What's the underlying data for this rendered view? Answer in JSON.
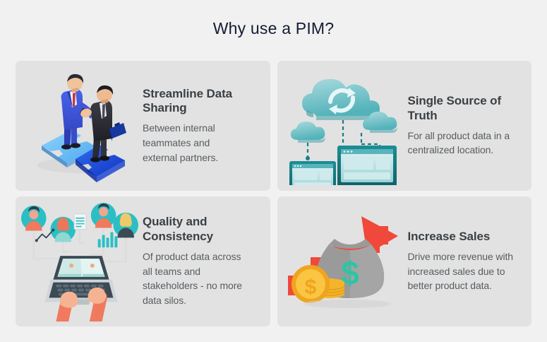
{
  "header": {
    "title": "Why use a PIM?"
  },
  "cards": [
    {
      "id": "streamline-data-sharing",
      "heading": "Streamline Data Sharing",
      "body": "Between internal teammates and external partners.",
      "illustration": "handshake-puzzle-illustration",
      "colors": {
        "primary": "#1f4fd8",
        "secondary": "#58b8f5",
        "dark": "#2b2b33"
      }
    },
    {
      "id": "single-source-of-truth",
      "heading": "Single Source of Truth",
      "body": "For all product data in a centralized location.",
      "illustration": "cloud-sync-devices-illustration",
      "colors": {
        "primary": "#1b8a91",
        "secondary": "#7fc9cd",
        "dark": "#0f6a70"
      }
    },
    {
      "id": "quality-and-consistency",
      "heading": "Quality and Consistency",
      "body": "Of product data across all teams and stakeholders - no more data silos.",
      "illustration": "laptop-team-avatars-illustration",
      "colors": {
        "primary": "#2bbfc4",
        "secondary": "#ef7a5e",
        "dark": "#3a4a52"
      }
    },
    {
      "id": "increase-sales",
      "heading": "Increase Sales",
      "body": "Drive more revenue with increased sales due to better product data.",
      "illustration": "money-bag-growth-illustration",
      "colors": {
        "primary": "#f4523f",
        "secondary": "#f5b929",
        "dark": "#9a9a9a"
      }
    }
  ],
  "theme": {
    "page_background": "#f1f1f1",
    "card_background": "#e2e2e2",
    "title_color": "#141b34",
    "heading_color": "#3b4044",
    "body_color": "#585d61"
  }
}
